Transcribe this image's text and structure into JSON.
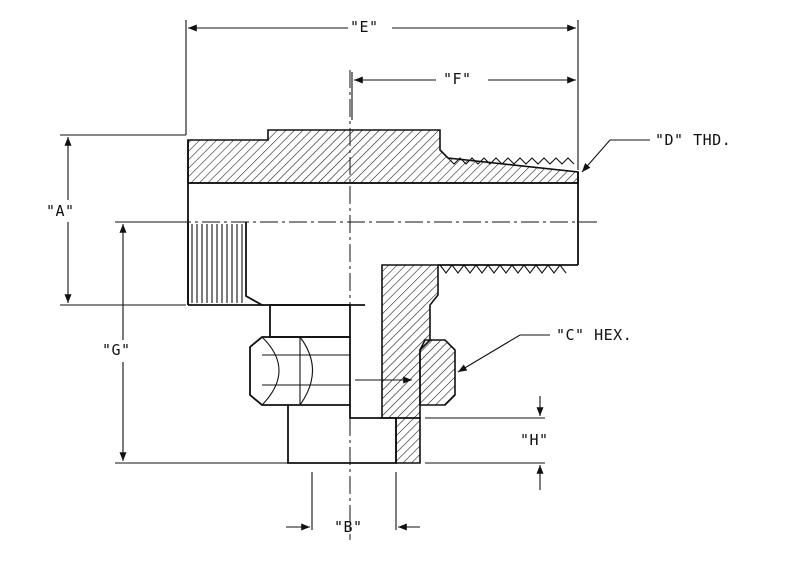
{
  "labels": {
    "e": "\"E\"",
    "f": "\"F\"",
    "d": "\"D\" THD.",
    "a": "\"A\"",
    "c": "\"C\" HEX.",
    "g": "\"G\"",
    "h": "\"H\"",
    "b": "\"B\""
  },
  "colors": {
    "line": "#111111",
    "background": "#ffffff"
  }
}
